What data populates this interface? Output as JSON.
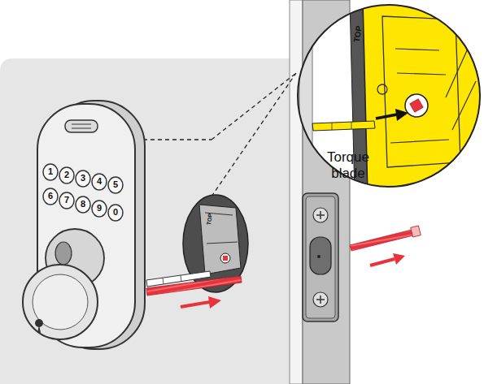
{
  "diagram": {
    "labels": [
      "1",
      "2",
      "3",
      "4",
      "5",
      "6",
      "7",
      "8",
      "9",
      "0",
      "TOP",
      "TOP",
      "Torque blade"
    ]
  }
}
